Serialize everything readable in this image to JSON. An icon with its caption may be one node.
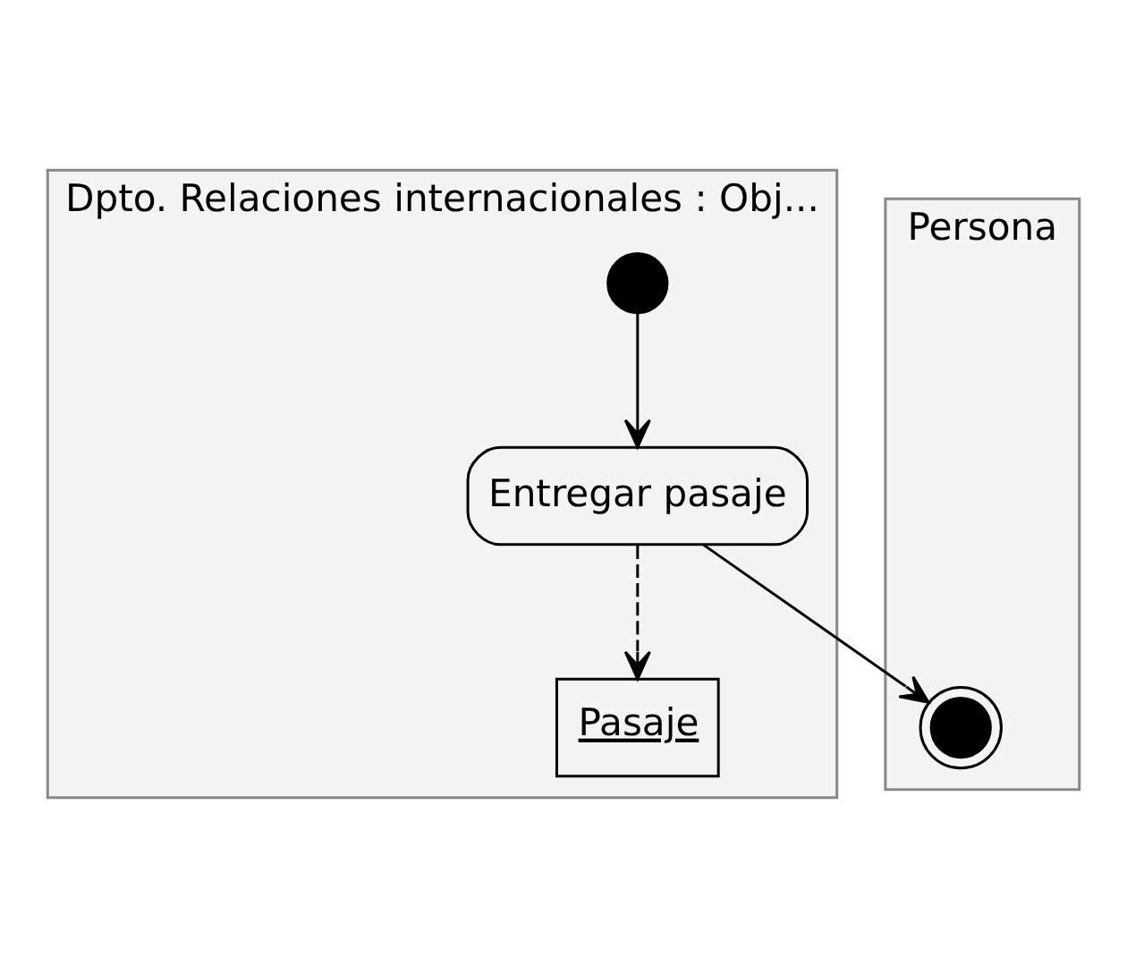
{
  "diagram": {
    "nodes": [
      {
        "text": [
          "Dpto. Relaciones internacionales : Obj..."
        ]
      },
      {
        "text": [
          "Persona"
        ]
      },
      {
        "text": [],
        "shape": "circle",
        "in": 0
      },
      {
        "text": [
          "Entregar pasaje"
        ],
        "in": 0
      },
      {
        "text": [
          "Pasaje"
        ],
        "in": 0
      },
      {
        "text": [],
        "shape": "circle",
        "in": 1
      }
    ],
    "edges": [
      {
        "from": 2,
        "to": 3,
        "arrow": "to"
      },
      {
        "from": 3,
        "to": 4,
        "arrow": "to",
        "style": "dashed"
      },
      {
        "from": 3,
        "to": 5,
        "arrow": "to"
      }
    ]
  }
}
